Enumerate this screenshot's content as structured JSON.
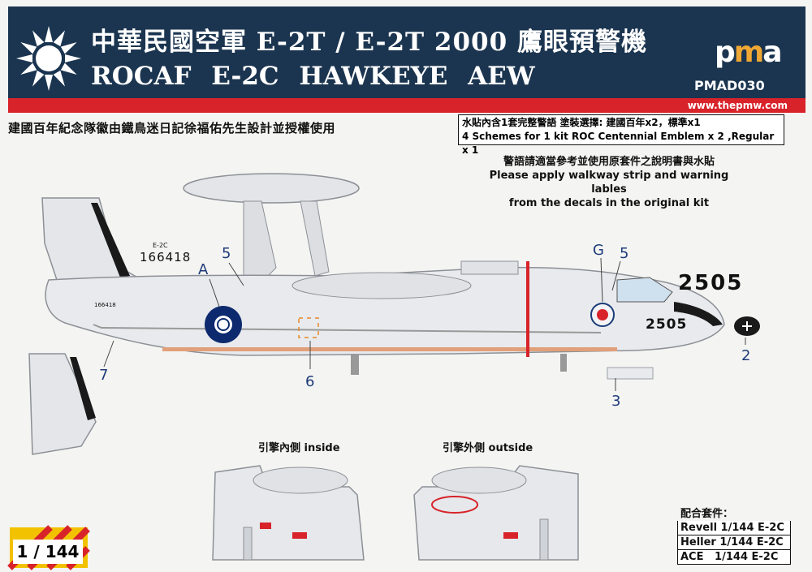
{
  "header": {
    "title_cn": "中華民國空軍 E-2T / E-2T 2000 鷹眼預警機",
    "title_en": "ROCAF E-2C HAWKEYE AEW",
    "brand_p": "p",
    "brand_m": "m",
    "brand_a": "a",
    "code": "PMAD030",
    "url": "www.thepmw.com"
  },
  "subtitle": "建國百年紀念隊徽由鐵鳥迷日記徐福佑先生設計並授權使用",
  "scheme_box": {
    "line1": "水貼內含1套完整警語 塗裝選擇: 建國百年x2，標準x1",
    "line2": "4 Schemes for 1 kit ROC Centennial Emblem x 2 ,Regular x 1"
  },
  "note": {
    "line1": "警語請適當參考並使用原套件之說明書與水貼",
    "line2": "Please apply walkway strip and warning lables",
    "line3": "from the decals in the original kit"
  },
  "aircraft": {
    "tail_type": "E-2C",
    "tail_serial": "166418",
    "nose_number_large": "2505",
    "nose_number_small": "2505",
    "fuselage_small_serial": "166418"
  },
  "callouts": {
    "a": "A",
    "g": "G",
    "n5a": "5",
    "n5b": "5",
    "n6": "6",
    "n7": "7",
    "n2": "2",
    "n3": "3"
  },
  "engines": {
    "inside_label": "引擎內側 inside",
    "outside_label": "引擎外側 outside"
  },
  "kits": {
    "heading": "配合套件：",
    "rows": [
      "Revell 1/144 E-2C",
      "Heller 1/144 E-2C",
      "ACE   1/144 E-2C"
    ]
  },
  "scale": "1 / 144",
  "colors": {
    "header_bg": "#1b3550",
    "red_bar": "#d8232a",
    "callout_blue": "#1f3c7a",
    "roundel_blue": "#0d2a6e"
  }
}
